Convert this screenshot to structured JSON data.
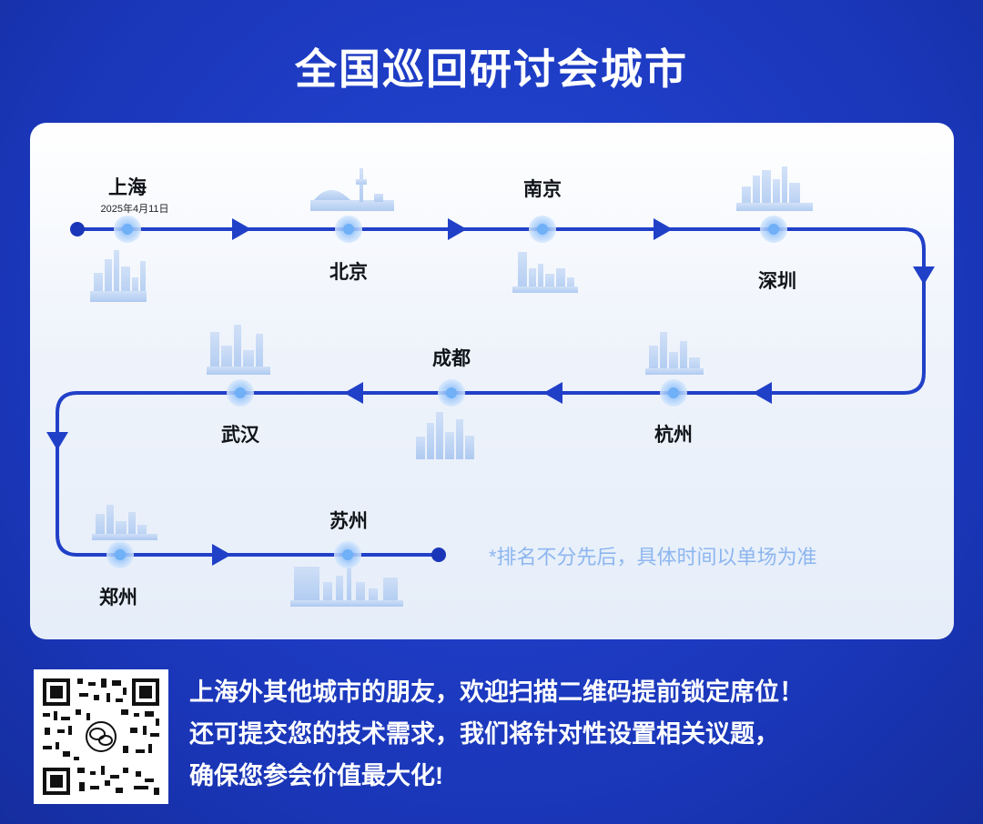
{
  "title": "全国巡回研讨会城市",
  "route": {
    "cities": [
      {
        "name": "上海",
        "date": "2025年4月11日"
      },
      {
        "name": "北京"
      },
      {
        "name": "南京"
      },
      {
        "name": "深圳"
      },
      {
        "name": "杭州"
      },
      {
        "name": "成都"
      },
      {
        "name": "武汉"
      },
      {
        "name": "郑州"
      },
      {
        "name": "苏州"
      }
    ],
    "note": "*排名不分先后，具体时间以单场为准"
  },
  "cta": {
    "line1": "上海外其他城市的朋友，欢迎扫描二维码提前锁定席位！",
    "line2": "还可提交您的技术需求，我们将针对性设置相关议题，",
    "line3": "确保您参会价值最大化!"
  },
  "colors": {
    "background": "#1f3fc6",
    "route": "#2140c8",
    "note": "#8db6f0",
    "skyline": "#b9d3f5"
  }
}
